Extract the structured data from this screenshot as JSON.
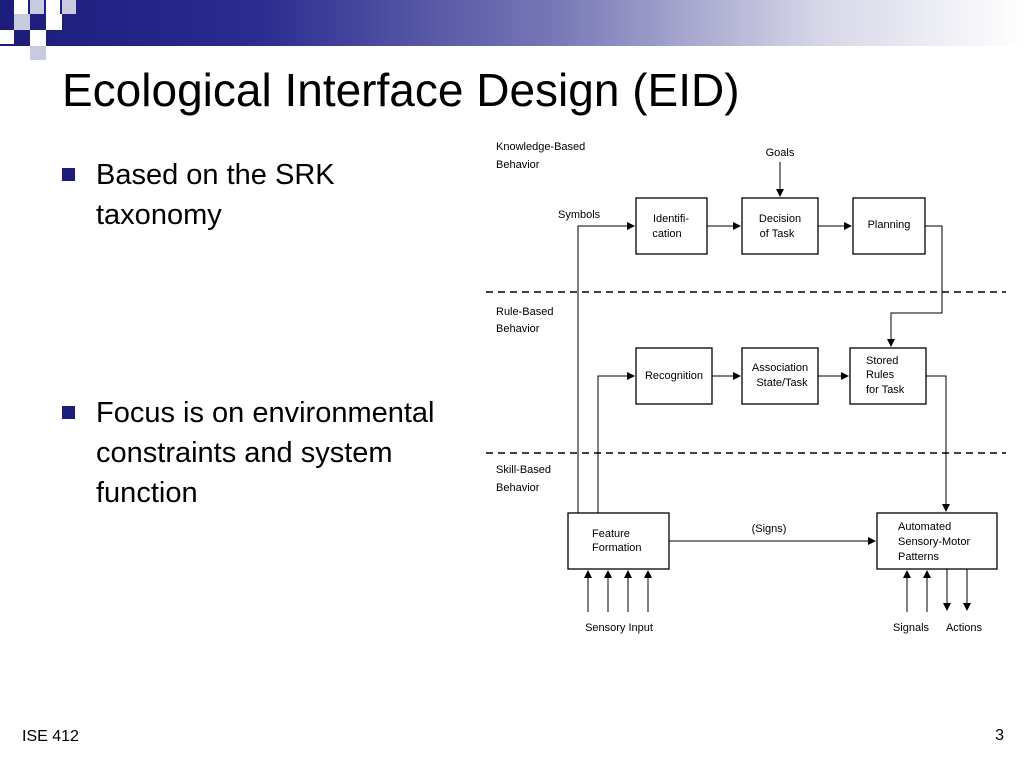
{
  "slide": {
    "title": "Ecological Interface Design (EID)",
    "bullets": [
      "Based on the SRK taxonomy",
      "Focus is on environmental constraints and system function"
    ],
    "footer_left": "ISE 412",
    "page_number": "3"
  },
  "diagram": {
    "levels": {
      "knowledge": [
        "Knowledge-Based",
        "Behavior"
      ],
      "rule": [
        "Rule-Based",
        "Behavior"
      ],
      "skill": [
        "Skill-Based",
        "Behavior"
      ]
    },
    "labels": {
      "goals": "Goals",
      "symbols": "Symbols",
      "signs": "(Signs)",
      "sensory_input": "Sensory Input",
      "signals": "Signals",
      "actions": "Actions"
    },
    "boxes": {
      "identification": [
        "Identifi-",
        "cation"
      ],
      "decision": [
        "Decision",
        "of Task"
      ],
      "planning": [
        "Planning"
      ],
      "recognition": [
        "Recognition"
      ],
      "association": [
        "Association",
        "State/Task"
      ],
      "stored_rules": [
        "Stored",
        "Rules",
        "for Task"
      ],
      "feature_formation": [
        "Feature",
        "Formation"
      ],
      "automated": [
        "Automated",
        "Sensory-Motor",
        "Patterns"
      ]
    }
  }
}
